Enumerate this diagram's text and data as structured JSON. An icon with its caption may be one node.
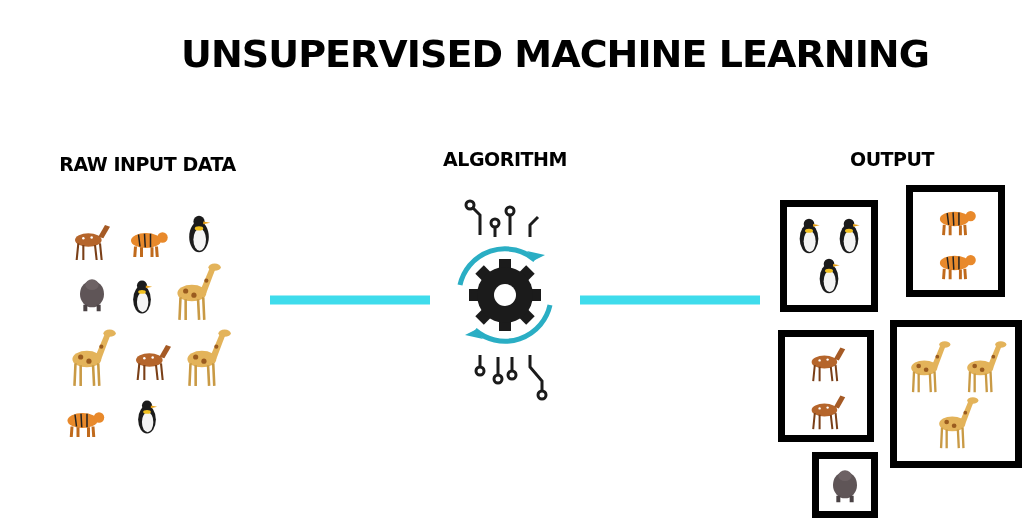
{
  "diagram": {
    "title": "UNSUPERVISED MACHINE LEARNING",
    "nodes": [
      {
        "text": [
          "RAW INPUT DATA"
        ]
      },
      {
        "text": [
          "ALGORITHM"
        ]
      },
      {
        "text": [
          "OUTPUT"
        ]
      },
      {
        "text": [],
        "shape": "box",
        "in": 2
      },
      {
        "text": [],
        "shape": "box",
        "in": 2
      },
      {
        "text": [],
        "shape": "box",
        "in": 2
      },
      {
        "text": [],
        "shape": "box",
        "in": 2
      },
      {
        "text": [],
        "shape": "box",
        "in": 2
      }
    ],
    "edges": [
      {
        "from": 0,
        "to": 1,
        "arrow": "none"
      },
      {
        "from": 1,
        "to": 2,
        "arrow": "none"
      }
    ]
  }
}
